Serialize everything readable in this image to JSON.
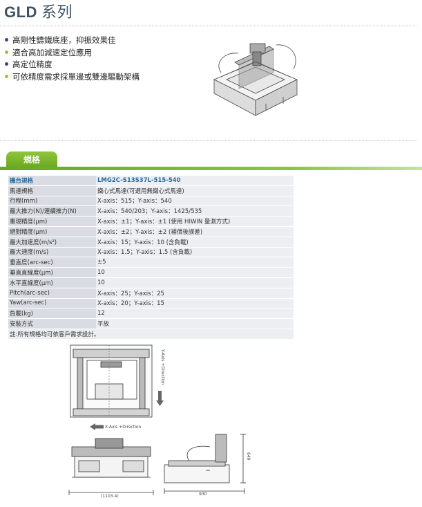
{
  "header": {
    "model": "GLD",
    "series": "系列"
  },
  "features": [
    {
      "text": "高剛性鑄鐵底座，抑振效果佳",
      "color": "#3f3d8f"
    },
    {
      "text": "適合高加減速定位應用",
      "color": "#8dc63f"
    },
    {
      "text": "高定位精度",
      "color": "#3f3d8f"
    },
    {
      "text": "可依精度需求採單邊或雙邊驅動架構",
      "color": "#8dc63f"
    }
  ],
  "spec_tab": "規格",
  "spec": {
    "header": {
      "key": "機台規格",
      "value": "LMG2C-S13S37L-515-540"
    },
    "rows": [
      {
        "key": "馬達規格",
        "value": "鐵心式馬達(可選用無鐵心式馬達)"
      },
      {
        "key": "行程(mm)",
        "value": "X-axis：515；Y-axis：540"
      },
      {
        "key": "最大推力(N)/連續推力(N)",
        "value": "X-axis：540/203；Y-axis：1425/535"
      },
      {
        "key": "重現精度(μm)",
        "value": "X-axis：±1；Y-axis：±1 (使用 HIWIN 量測方式)"
      },
      {
        "key": "絕對精度(μm)",
        "value": "X-axis：±2；Y-axis：±2 (補償後誤差)"
      },
      {
        "key": "最大加速度(m/s²)",
        "value": "X-axis：15；Y-axis：10 (含負載)"
      },
      {
        "key": "最大速度(m/s)",
        "value": "X-axis：1.5；Y-axis：1.5 (含負載)"
      },
      {
        "key": "垂直度(arc-sec)",
        "value": "±5"
      },
      {
        "key": "垂直直線度(μm)",
        "value": "10"
      },
      {
        "key": "水平直線度(μm)",
        "value": "10"
      },
      {
        "key": "Pitch(arc-sec)",
        "value": "X-axis：25；Y-axis：25"
      },
      {
        "key": "Yaw(arc-sec)",
        "value": "X-axis：20；Y-axis：15"
      },
      {
        "key": "負載(kg)",
        "value": "12"
      },
      {
        "key": "安裝方式",
        "value": "平放"
      }
    ],
    "note": "註:所有規格均可依客戶需求設計。"
  },
  "drawing": {
    "y_direction": "Y-Axis +Direction",
    "x_direction": "X-Axis +Direction",
    "dim_width": "(1103.4)",
    "dim_depth": "930",
    "dim_height": "649"
  }
}
